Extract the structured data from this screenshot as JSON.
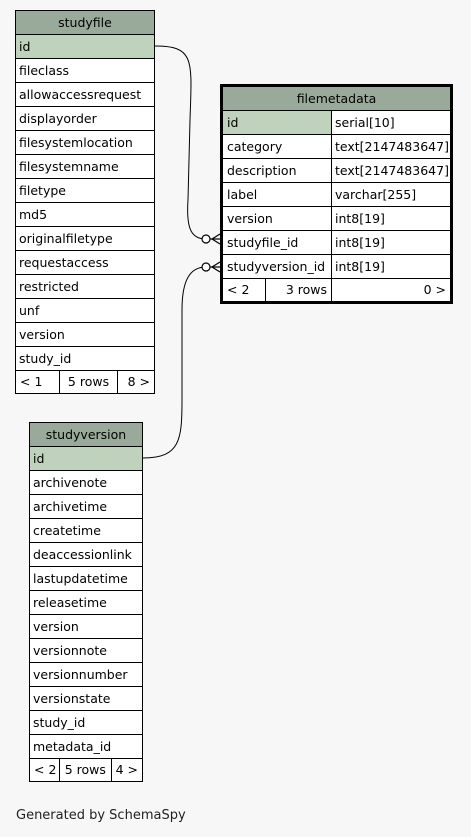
{
  "tables": {
    "studyfile": {
      "name": "studyfile",
      "columns": [
        "id",
        "fileclass",
        "allowaccessrequest",
        "displayorder",
        "filesystemlocation",
        "filesystemname",
        "filetype",
        "md5",
        "originalfiletype",
        "requestaccess",
        "restricted",
        "unf",
        "version",
        "study_id"
      ],
      "footer": {
        "parents": "< 1",
        "rows": "5 rows",
        "children": "8 >"
      }
    },
    "filemetadata": {
      "name": "filemetadata",
      "columns": [
        {
          "name": "id",
          "type": "serial[10]"
        },
        {
          "name": "category",
          "type": "text[2147483647]"
        },
        {
          "name": "description",
          "type": "text[2147483647]"
        },
        {
          "name": "label",
          "type": "varchar[255]"
        },
        {
          "name": "version",
          "type": "int8[19]"
        },
        {
          "name": "studyfile_id",
          "type": "int8[19]"
        },
        {
          "name": "studyversion_id",
          "type": "int8[19]"
        }
      ],
      "footer": {
        "parents": "< 2",
        "rows": "3 rows",
        "children": "0 >"
      }
    },
    "studyversion": {
      "name": "studyversion",
      "columns": [
        "id",
        "archivenote",
        "archivetime",
        "createtime",
        "deaccessionlink",
        "lastupdatetime",
        "releasetime",
        "version",
        "versionnote",
        "versionnumber",
        "versionstate",
        "study_id",
        "metadata_id"
      ],
      "footer": {
        "parents": "< 2",
        "rows": "5 rows",
        "children": "4 >"
      }
    }
  },
  "footer_text": "Generated by SchemaSpy",
  "colors": {
    "header": "#9aaa9a",
    "primary_key": "#bfd2bb",
    "background": "#f7f7f7"
  }
}
